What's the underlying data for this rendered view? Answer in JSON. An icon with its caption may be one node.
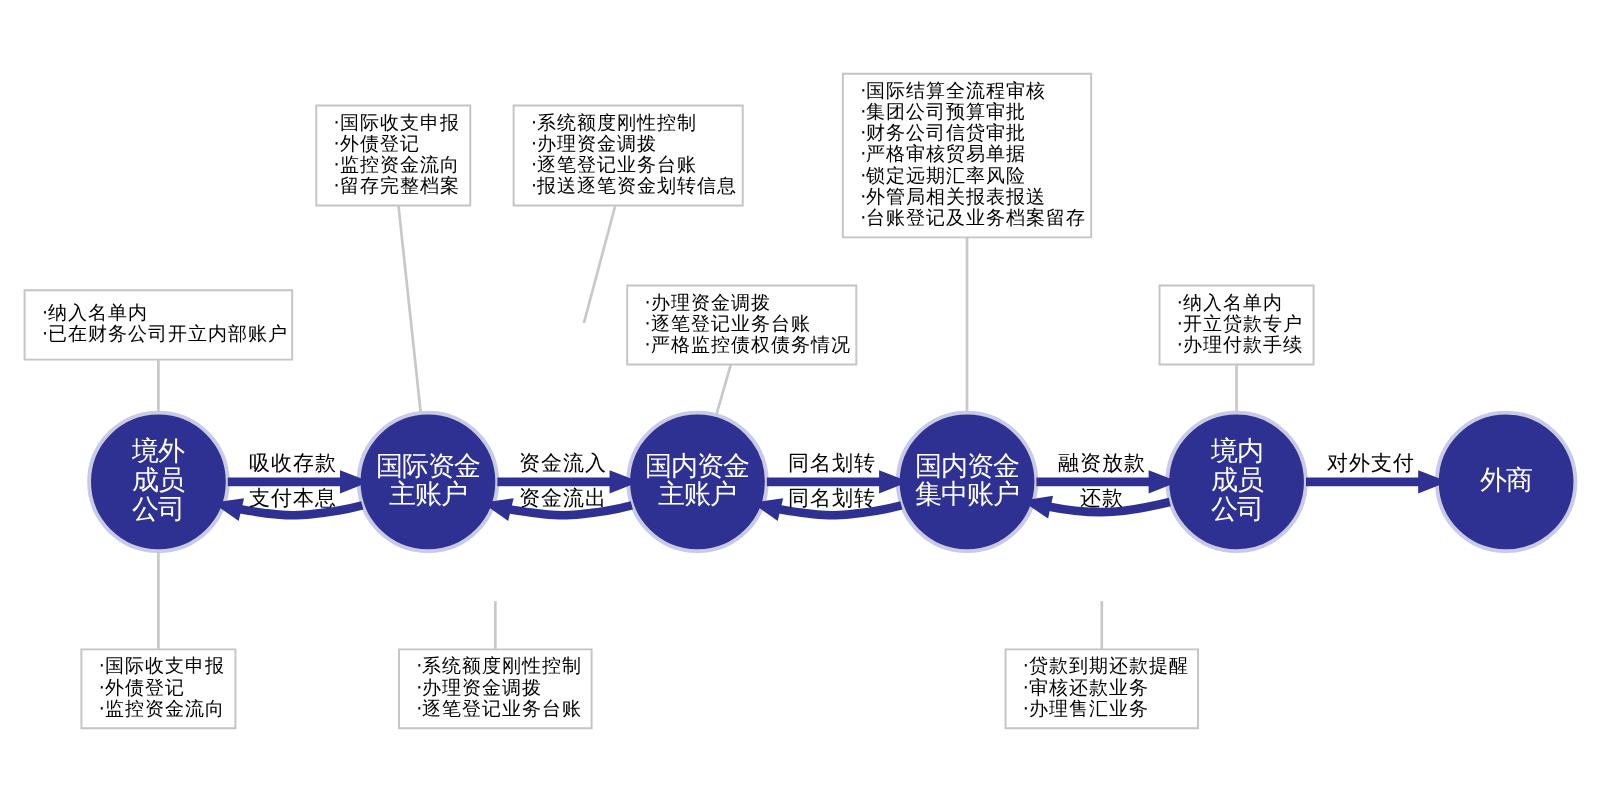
{
  "diagram": {
    "nodes": [
      {
        "text": [
          "·国际收支申报",
          "·外债登记",
          "·监控资金流向",
          "·留存完整档案"
        ]
      },
      {
        "text": [
          "·系统额度刚性控制",
          "·办理资金调拨",
          "·逐笔登记业务台账",
          "·报送逐笔资金划转信息"
        ]
      },
      {
        "text": [
          "·国际结算全流程审核",
          "·集团公司预算审批",
          "·财务公司信贷审批",
          "·严格审核贸易单据",
          "·锁定远期汇率风险",
          "·外管局相关报表报送",
          "·台账登记及业务档案留存"
        ]
      },
      {
        "text": [
          "·纳入名单内",
          "·已在财务公司开立内部账户"
        ]
      },
      {
        "text": [
          "·办理资金调拨",
          "·逐笔登记业务台账",
          "·严格监控债权债务情况"
        ]
      },
      {
        "text": [
          "·纳入名单内",
          "·开立贷款专户",
          "·办理付款手续"
        ]
      },
      {
        "text": [
          "境外成员公司"
        ]
      },
      {
        "text": [
          "国际资金主账户"
        ]
      },
      {
        "text": [
          "国内资金主账户"
        ]
      },
      {
        "text": [
          "国内资金集中账户"
        ]
      },
      {
        "text": [
          "境内成员公司"
        ]
      },
      {
        "text": [
          "外商"
        ]
      },
      {
        "text": [
          "·国际收支申报",
          "·外债登记",
          "·监控资金流向"
        ]
      },
      {
        "text": [
          "·系统额度刚性控制",
          "·办理资金调拨",
          "·逐笔登记业务台账"
        ]
      },
      {
        "text": [
          "·贷款到期还款提醒",
          "·审核还款业务",
          "·办理售汇业务"
        ]
      }
    ],
    "edges": [
      {
        "from": 0,
        "to": 7,
        "arrow": "none"
      },
      {
        "from": 1,
        "to": null,
        "arrow": "none"
      },
      {
        "from": 2,
        "to": 9,
        "arrow": "none"
      },
      {
        "from": 3,
        "to": 6,
        "arrow": "none"
      },
      {
        "from": 4,
        "to": 8,
        "arrow": "none"
      },
      {
        "from": 5,
        "to": 10,
        "arrow": "none"
      },
      {
        "from": 6,
        "to": 7,
        "arrow": "to",
        "label": "吸收存款",
        "style": "thick",
        "color": "#2e3192"
      },
      {
        "from": 7,
        "to": 6,
        "arrow": "to",
        "label": "支付本息",
        "style": "thick",
        "color": "#2e3192"
      },
      {
        "from": 7,
        "to": 8,
        "arrow": "to",
        "label": "资金流入",
        "style": "thick",
        "color": "#2e3192"
      },
      {
        "from": 8,
        "to": 7,
        "arrow": "to",
        "label": "资金流出",
        "style": "thick",
        "color": "#2e3192"
      },
      {
        "from": 8,
        "to": 9,
        "arrow": "to",
        "label": "同名划转",
        "style": "thick",
        "color": "#2e3192"
      },
      {
        "from": 9,
        "to": 8,
        "arrow": "to",
        "label": "同名划转",
        "style": "thick",
        "color": "#2e3192"
      },
      {
        "from": 9,
        "to": 10,
        "arrow": "to",
        "label": "融资放款",
        "style": "thick",
        "color": "#2e3192"
      },
      {
        "from": 10,
        "to": 9,
        "arrow": "to",
        "label": "还款",
        "style": "thick",
        "color": "#2e3192"
      },
      {
        "from": 10,
        "to": 11,
        "arrow": "to",
        "label": "对外支付",
        "style": "thick",
        "color": "#2e3192"
      },
      {
        "from": 12,
        "to": 6,
        "arrow": "none"
      },
      {
        "from": 13,
        "to": null,
        "arrow": "none"
      },
      {
        "from": 14,
        "to": null,
        "arrow": "none"
      }
    ]
  }
}
